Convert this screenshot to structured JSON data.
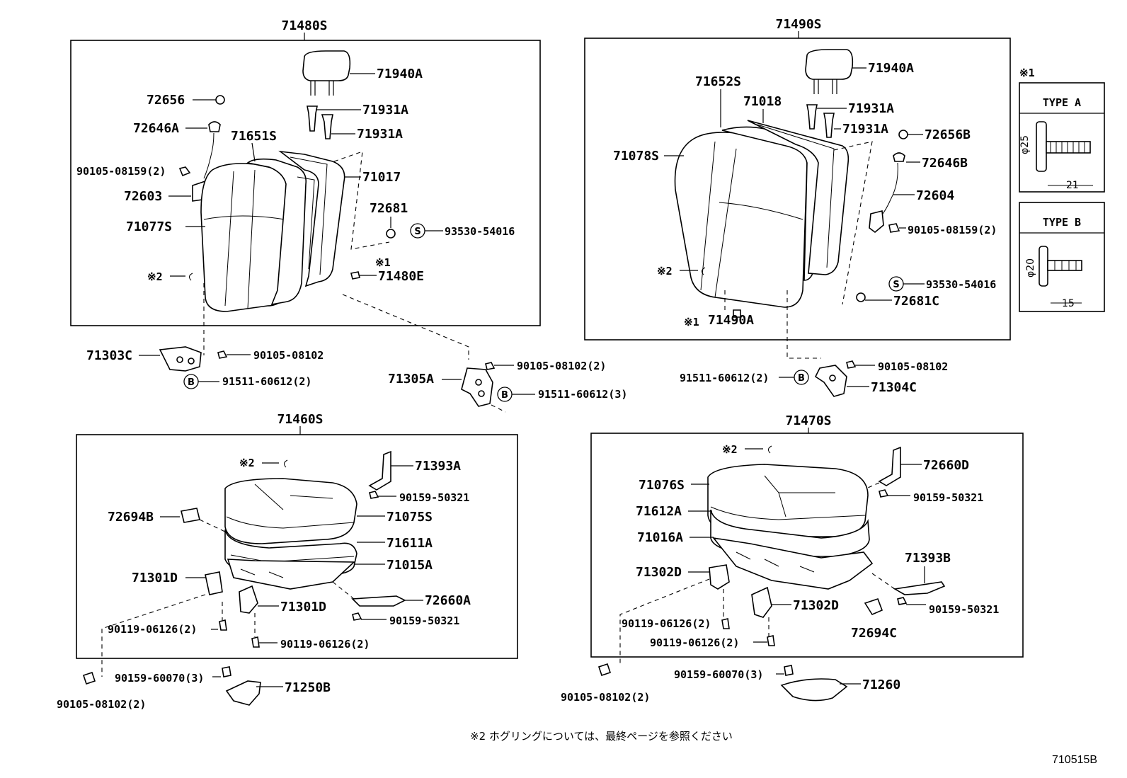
{
  "groups": {
    "fl": "71480S",
    "fr": "71490S",
    "rl": "71460S",
    "rr": "71470S"
  },
  "fl": {
    "headrest": "71940A",
    "guide1": "71931A",
    "guide2": "71931A",
    "p72656": "72656",
    "p72646A": "72646A",
    "bolt_2": "90105-08159(2)",
    "p72603": "72603",
    "p71651S": "71651S",
    "p71017": "71017",
    "p72681": "72681",
    "p93530": "93530-54016",
    "p71077S": "71077S",
    "ref1": "※1",
    "p71480E": "71480E",
    "ref2": "※2"
  },
  "fr": {
    "headrest": "71940A",
    "p71652S": "71652S",
    "p71018": "71018",
    "guide1": "71931A",
    "guide2": "71931A",
    "p72656B": "72656B",
    "p71078S": "71078S",
    "p72646B": "72646B",
    "p72604": "72604",
    "bolt_2": "90105-08159(2)",
    "ref2": "※2",
    "p93530": "93530-54016",
    "p72681C": "72681C",
    "ref1": "※1",
    "p71490A": "71490A"
  },
  "hinge": {
    "p71303C": "71303C",
    "b_90105_1": "90105-08102",
    "b_91511_1": "91511-60612(2)",
    "p71305A": "71305A",
    "b_90105_2": "90105-08102(2)",
    "b_91511_2": "91511-60612(3)",
    "b_91511_3": "91511-60612(2)",
    "b_90105_3": "90105-08102",
    "p71304C": "71304C"
  },
  "rl": {
    "ref2": "※2",
    "p71393A": "71393A",
    "b_90159": "90159-50321",
    "p72694B": "72694B",
    "p71075S": "71075S",
    "p71611A": "71611A",
    "p71015A": "71015A",
    "p71301D_1": "71301D",
    "p71301D_2": "71301D",
    "p72660A": "72660A",
    "b_90159_2": "90159-50321",
    "b_90119_1": "90119-06126(2)",
    "b_90119_2": "90119-06126(2)",
    "b_90159_60070": "90159-60070(3)",
    "b_90105": "90105-08102(2)",
    "p71250B": "71250B"
  },
  "rr": {
    "ref2": "※2",
    "p72660D": "72660D",
    "p71076S": "71076S",
    "b_90159": "90159-50321",
    "p71612A": "71612A",
    "p71016A": "71016A",
    "p71393B": "71393B",
    "p71302D_1": "71302D",
    "b_90159_2": "90159-50321",
    "b_90119_1": "90119-06126(2)",
    "p71302D_2": "71302D",
    "b_90119_2": "90119-06126(2)",
    "p72694C": "72694C",
    "b_90159_60070": "90159-60070(3)",
    "p71260": "71260",
    "b_90105": "90105-08102(2)"
  },
  "types": {
    "ref": "※1",
    "typeA": "TYPE A",
    "typeB": "TYPE B",
    "diaA": "φ25",
    "lenA": "21",
    "diaB": "φ20",
    "lenB": "15"
  },
  "footnote": "※2 ホグリングについては、最終ページを参照ください",
  "drawing_code": "710515B"
}
